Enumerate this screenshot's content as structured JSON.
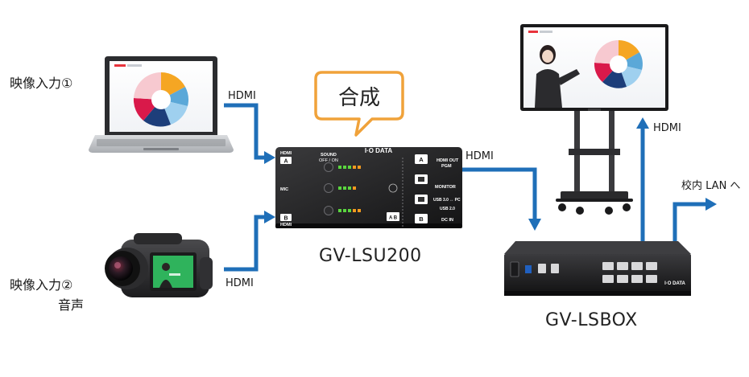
{
  "inputs": {
    "input1": "映像入力①",
    "input2_line1": "映像入力②",
    "input2_line2": "音声"
  },
  "connections": {
    "hdmi_laptop": "HDMI",
    "hdmi_camera": "HDMI",
    "hdmi_to_lsbox": "HDMI",
    "hdmi_to_display": "HDMI",
    "lan": "校内 LAN へ"
  },
  "bubble": {
    "label": "合成"
  },
  "devices": {
    "lsu200": {
      "model": "GV-LSU200",
      "brand": "I·O DATA",
      "labels": {
        "hdmi_in_a": "HDMI",
        "port_a": "A",
        "sound": "SOUND",
        "off_on": "OFF / ON",
        "mic": "MIC",
        "hdmi_out": "HDMI OUT",
        "pgm": "PGM",
        "monitor": "MONITOR",
        "usb_pc": "USB 3.0 ↔ PC",
        "usb20": "USB 2.0",
        "dc_in": "DC IN",
        "port_b": "B",
        "hdmi_in_b": "HDMI",
        "btn_a": "A",
        "btn_b": "B",
        "btn_ab": "A B"
      }
    },
    "lsbox": {
      "model": "GV-LSBOX",
      "brand": "I·O DATA"
    }
  },
  "colors": {
    "arrow": "#1f6fb8",
    "bubble_border": "#f0a23a",
    "device_dark": "#1d1d1f",
    "led_green": "#5ad63f",
    "led_orange": "#f39a1e"
  }
}
